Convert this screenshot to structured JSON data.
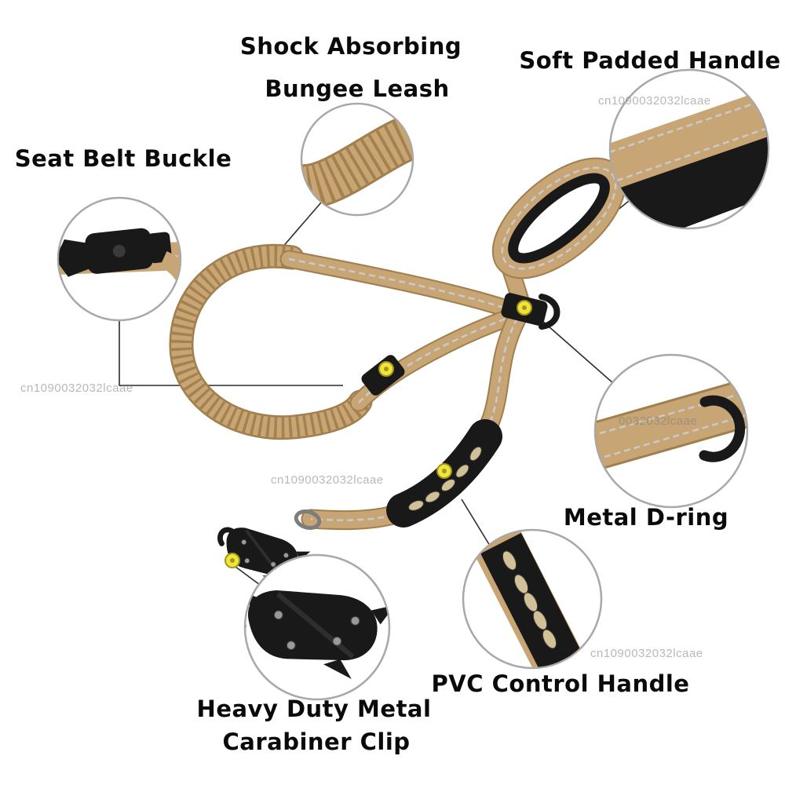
{
  "labels": {
    "bungee": {
      "line1": "Shock Absorbing",
      "line2": "Bungee Leash"
    },
    "padded_handle": "Soft Padded Handle",
    "seat_belt_buckle": "Seat Belt Buckle",
    "d_ring": "Metal D-ring",
    "pvc_handle": "PVC Control Handle",
    "carabiner": {
      "line1": "Heavy Duty Metal",
      "line2": "Carabiner Clip"
    }
  },
  "watermarks": [
    "cn1090032032lcaae",
    "cn1090032032lcaae",
    "cn1090032032lcaae",
    "0032032lcaae",
    "cn1090032032lcaae"
  ],
  "colors": {
    "webbing_tan": "#c8a574",
    "webbing_dark": "#a07f4f",
    "webbing_rib": "#a5814f",
    "hardware_black": "#191919",
    "circle_border": "#a8a8a8",
    "hotspot_yellow": "#f0e53d",
    "hotspot_ring": "#a3951d"
  },
  "icons": {
    "hotspot": "hotspot-icon"
  }
}
